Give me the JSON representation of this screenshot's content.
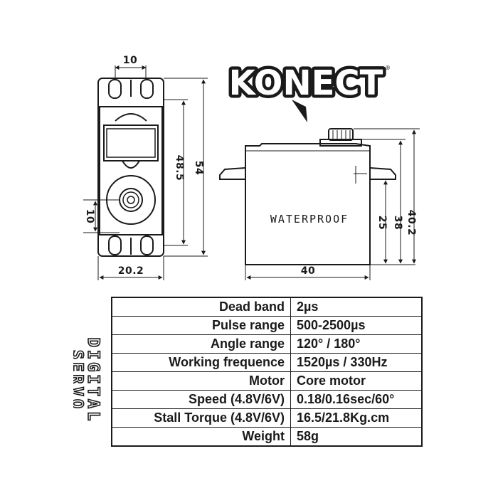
{
  "brand": {
    "logo_text": "KONECT",
    "trademark": "®"
  },
  "side_label": {
    "line1": "DIGITAL",
    "line2": "SERVO"
  },
  "front_view": {
    "dim_top": "10",
    "dim_height_mid": "48.5",
    "dim_height_total": "54",
    "dim_left": "10",
    "dim_width": "20.2"
  },
  "side_view": {
    "case_text": "WATERPROOF",
    "dim_width": "40",
    "dim_h1": "25",
    "dim_h2": "38",
    "dim_h3": "40.2"
  },
  "specs": [
    {
      "label": "Dead band",
      "value": "2µs"
    },
    {
      "label": "Pulse range",
      "value": "500-2500µs"
    },
    {
      "label": "Angle range",
      "value": "120° / 180°"
    },
    {
      "label": "Working frequence",
      "value": "1520µs / 330Hz"
    },
    {
      "label": "Motor",
      "value": "Core motor"
    },
    {
      "label": "Speed (4.8V/6V)",
      "value": "0.18/0.16sec/60°"
    },
    {
      "label": "Stall Torque (4.8V/6V)",
      "value": "16.5/21.8Kg.cm"
    },
    {
      "label": "Weight",
      "value": "58g"
    }
  ],
  "colors": {
    "ink": "#1a1a1a",
    "background": "#ffffff"
  }
}
